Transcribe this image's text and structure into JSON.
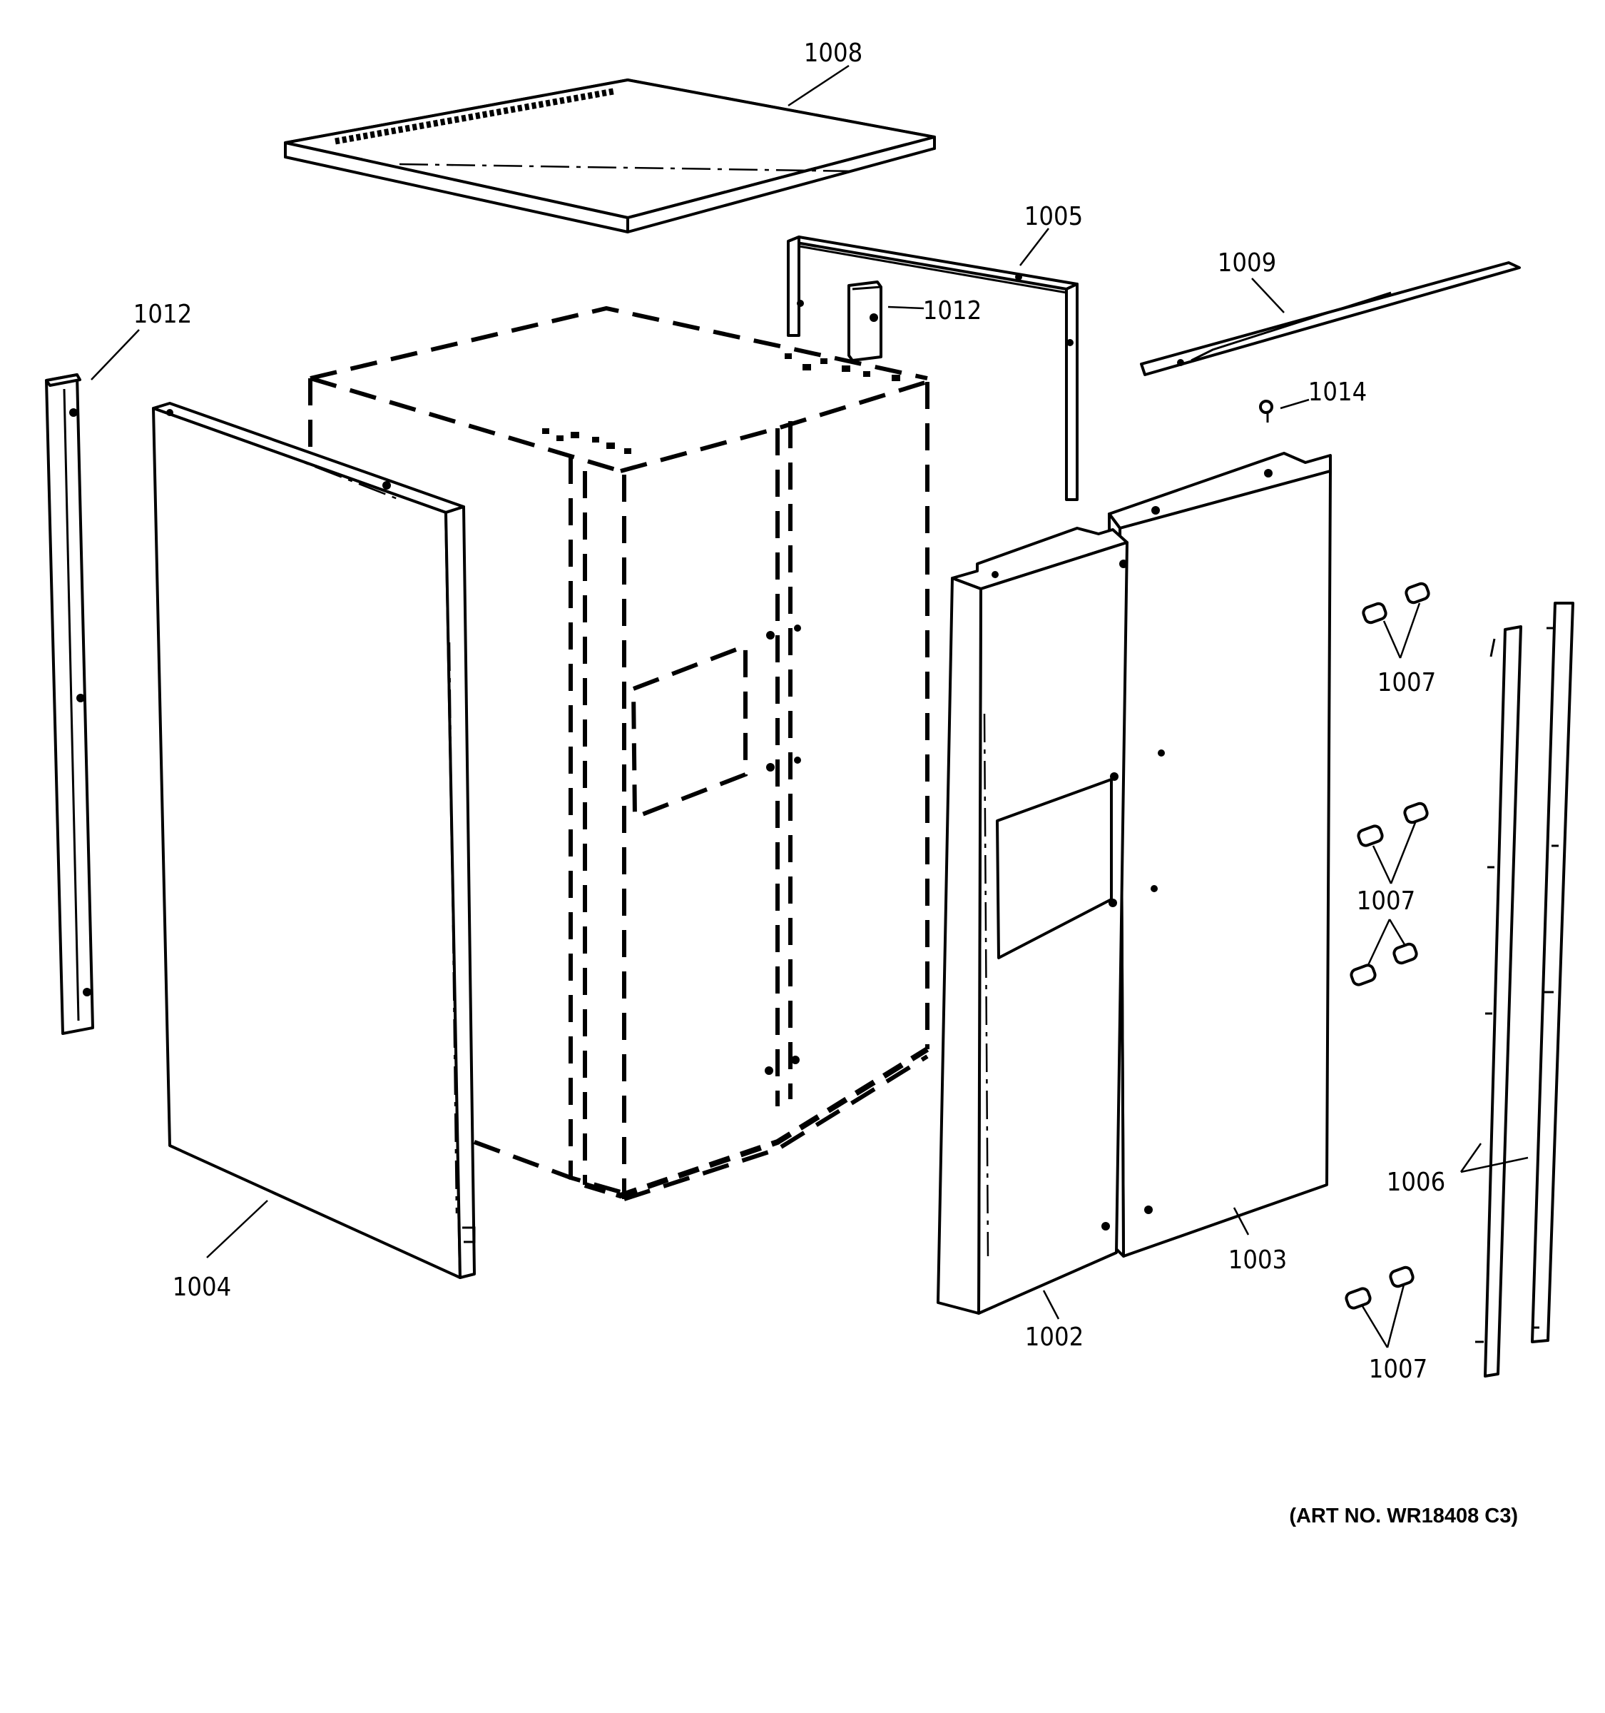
{
  "callouts": {
    "c1008": "1008",
    "c1005": "1005",
    "c1009": "1009",
    "c1012_left": "1012",
    "c1012_right": "1012",
    "c1014": "1014",
    "c1007_top": "1007",
    "c1007_mid": "1007",
    "c1007_bottom": "1007",
    "c1006": "1006",
    "c1004": "1004",
    "c1003": "1003",
    "c1002": "1002"
  },
  "art_number": "(ART NO. WR18408 C3)",
  "colors": {
    "line": "#000000",
    "background": "#ffffff"
  }
}
